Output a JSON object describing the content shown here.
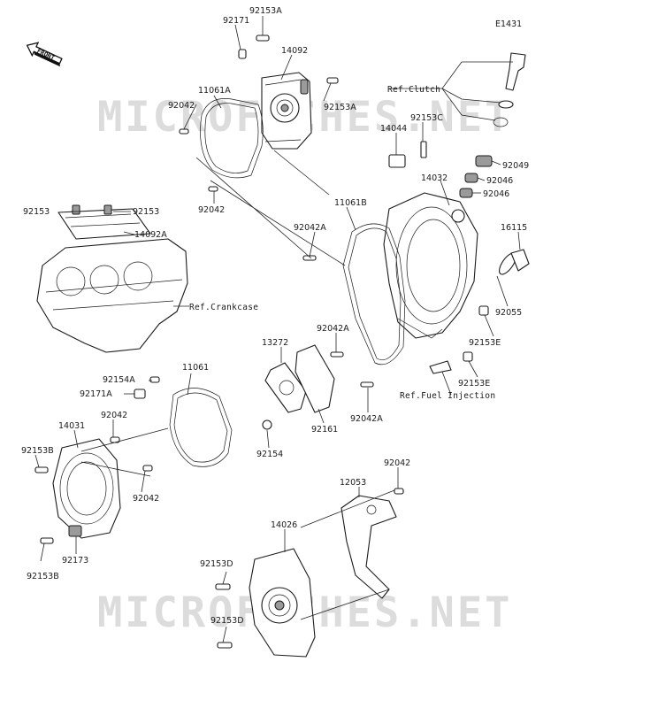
{
  "diagram_id": "E1431",
  "front_label": "FRONT",
  "watermarks": [
    "MICROFICHES.NET",
    "MICROFICHES.NET"
  ],
  "parts": {
    "p_92153A_top": "92153A",
    "p_92171": "92171",
    "p_14092": "14092",
    "p_11061A": "11061A",
    "p_92042_a": "92042",
    "p_92153A_r": "92153A",
    "p_92042_b": "92042",
    "p_92153_l": "92153",
    "p_92153_r": "92153",
    "p_14092A": "14092A",
    "p_14044": "14044",
    "p_92153C": "92153C",
    "p_92049": "92049",
    "p_92046_a": "92046",
    "p_92046_b": "92046",
    "p_14032": "14032",
    "p_11061B": "11061B",
    "p_92042A_a": "92042A",
    "p_16115": "16115",
    "p_92055": "92055",
    "p_92153E_a": "92153E",
    "p_92153E_b": "92153E",
    "p_13272": "13272",
    "p_92042A_b": "92042A",
    "p_92042A_c": "92042A",
    "p_92161": "92161",
    "p_92154": "92154",
    "p_92154A": "92154A",
    "p_92171A": "92171A",
    "p_11061": "11061",
    "p_92042_c": "92042",
    "p_14031": "14031",
    "p_92153B_a": "92153B",
    "p_92042_d": "92042",
    "p_92173": "92173",
    "p_92153B_b": "92153B",
    "p_92042_e": "92042",
    "p_12053": "12053",
    "p_14026": "14026",
    "p_92153D_a": "92153D",
    "p_92153D_b": "92153D"
  },
  "refs": {
    "clutch": "Ref.Clutch",
    "crankcase": "Ref.Crankcase",
    "fuel_injection": "Ref.Fuel Injection"
  }
}
